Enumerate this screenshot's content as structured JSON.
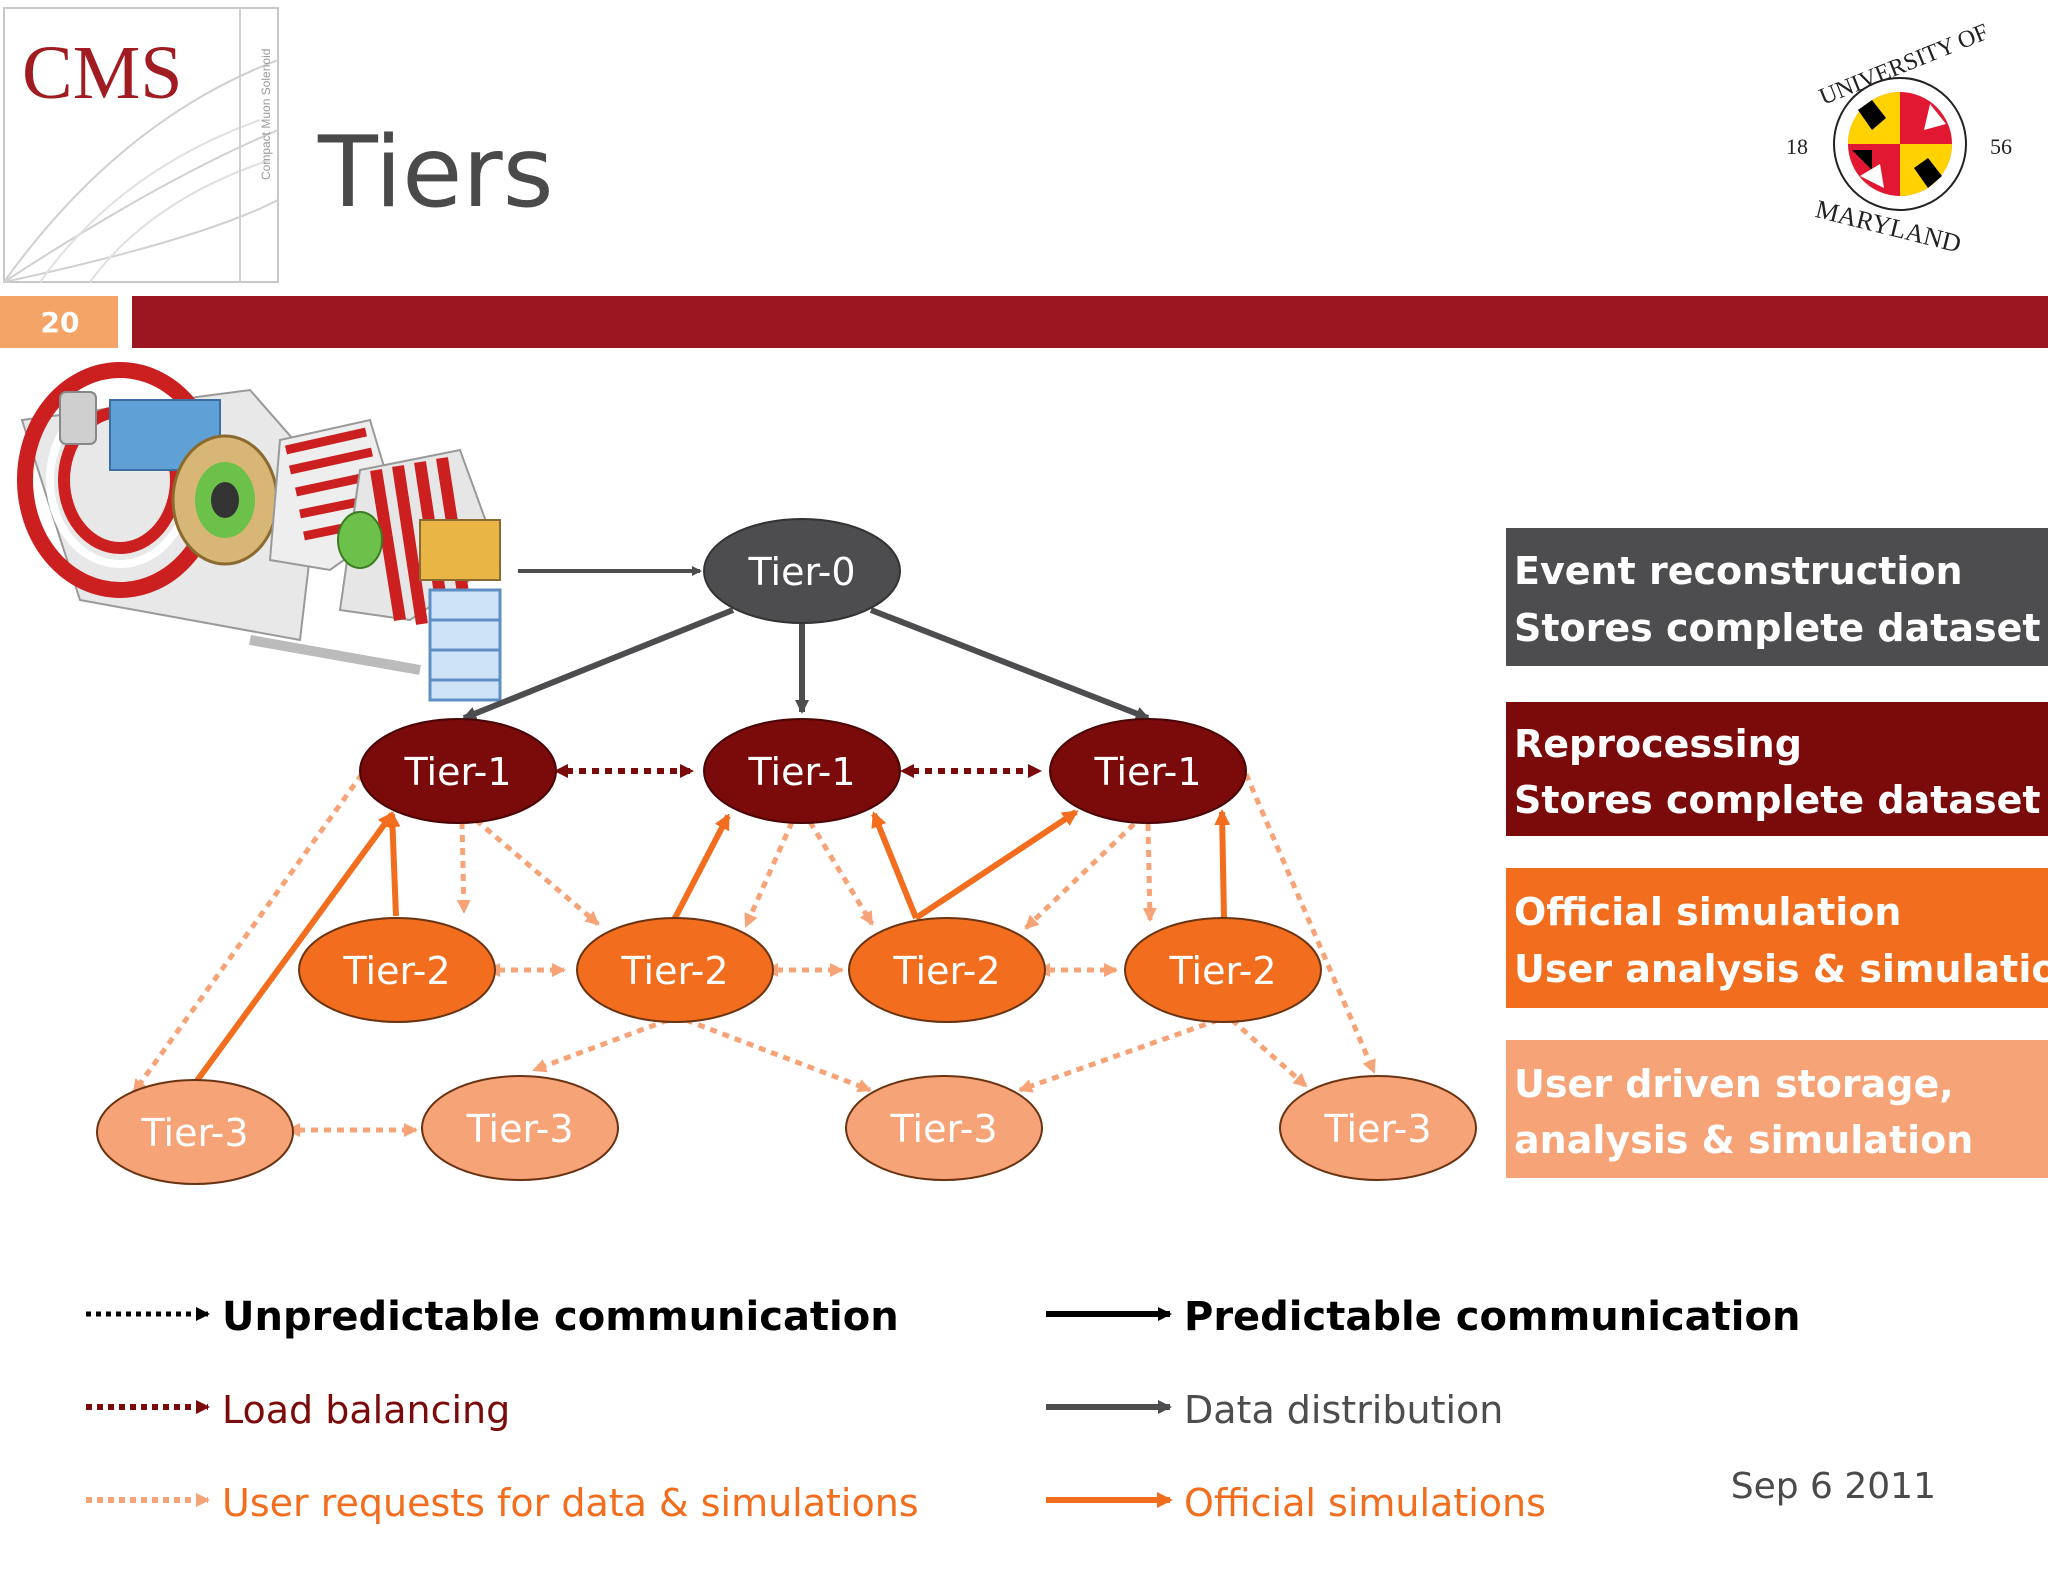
{
  "slide": {
    "title": "Tiers",
    "page_number": "20",
    "date": "Sep 6 2011"
  },
  "logos": {
    "cms_text": "CMS",
    "cms_subtext": "Compact Muon Solenoid",
    "umd_top": "UNIVERSITY OF",
    "umd_bottom": "MARYLAND",
    "umd_year_left": "18",
    "umd_year_right": "56"
  },
  "colors": {
    "tier0": "#4d4d4f",
    "tier1": "#7b0a0a",
    "tier2": "#f26d1d",
    "tier3": "#f7a378",
    "header_bar": "#9b1620",
    "page_badge": "#f4a466",
    "title": "#4a4a4a"
  },
  "nodes": {
    "t0": "Tier-0",
    "t1a": "Tier-1",
    "t1b": "Tier-1",
    "t1c": "Tier-1",
    "t2a": "Tier-2",
    "t2b": "Tier-2",
    "t2c": "Tier-2",
    "t2d": "Tier-2",
    "t3a": "Tier-3",
    "t3b": "Tier-3",
    "t3c": "Tier-3",
    "t3d": "Tier-3"
  },
  "descriptions": {
    "tier0": [
      "Event reconstruction",
      "Stores complete dataset"
    ],
    "tier1": [
      "Reprocessing",
      "Stores complete dataset"
    ],
    "tier2": [
      "Official simulation",
      "User analysis & simulation"
    ],
    "tier3": [
      "User driven storage,",
      "analysis & simulation"
    ]
  },
  "legend": {
    "unpredictable": "Unpredictable communication",
    "load_balancing": "Load balancing",
    "user_requests": "User requests for data & simulations",
    "predictable": "Predictable communication",
    "data_distribution": "Data distribution",
    "official_simulations": "Official simulations"
  }
}
